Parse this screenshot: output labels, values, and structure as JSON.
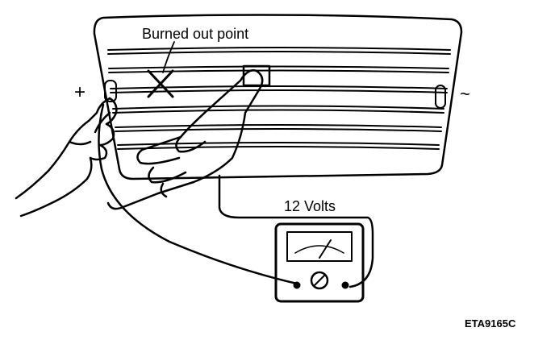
{
  "labels": {
    "burned_out_point": "Burned out point",
    "plus_terminal": "+",
    "minus_terminal": "~",
    "voltage": "12 Volts",
    "figure_code": "ETA9165C"
  },
  "colors": {
    "ink": "#000000",
    "paper": "#ffffff"
  },
  "icons": {
    "break_mark": "x-mark-icon",
    "meter_terminal": "screw-terminal-icon"
  }
}
